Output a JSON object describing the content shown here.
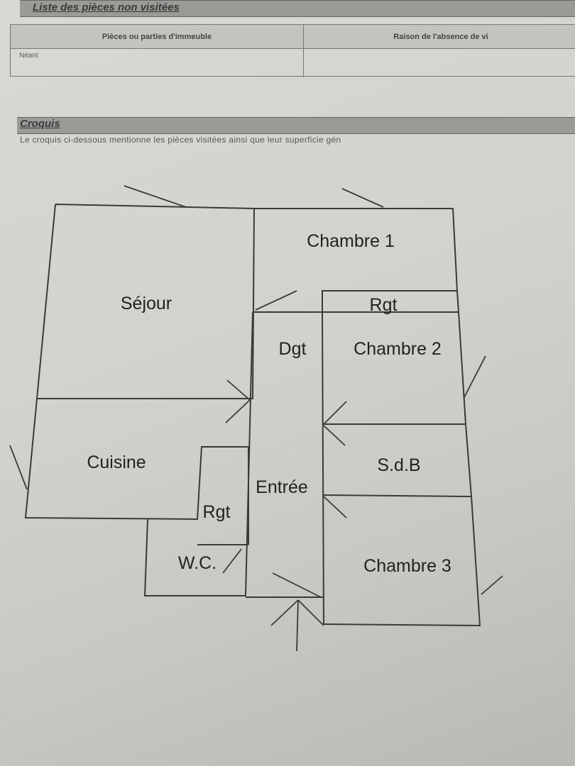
{
  "unvisited": {
    "title": "Liste des pièces non visitées",
    "col1_header": "Pièces ou parties d'immeuble",
    "col2_header": "Raison de l'absence de vi",
    "rows": [
      {
        "room": "Néant",
        "reason": ""
      }
    ]
  },
  "sketch": {
    "title": "Croquis",
    "description": "Le croquis ci-dessous mentionne les pièces visitées ainsi que leur superficie gén",
    "rooms": {
      "sejour": "Séjour",
      "chambre1": "Chambre 1",
      "rgt_top": "Rgt",
      "dgt": "Dgt",
      "chambre2": "Chambre 2",
      "cuisine": "Cuisine",
      "sdb": "S.d.B",
      "entree": "Entrée",
      "rgt_small": "Rgt",
      "wc": "W.C.",
      "chambre3": "Chambre 3"
    }
  }
}
